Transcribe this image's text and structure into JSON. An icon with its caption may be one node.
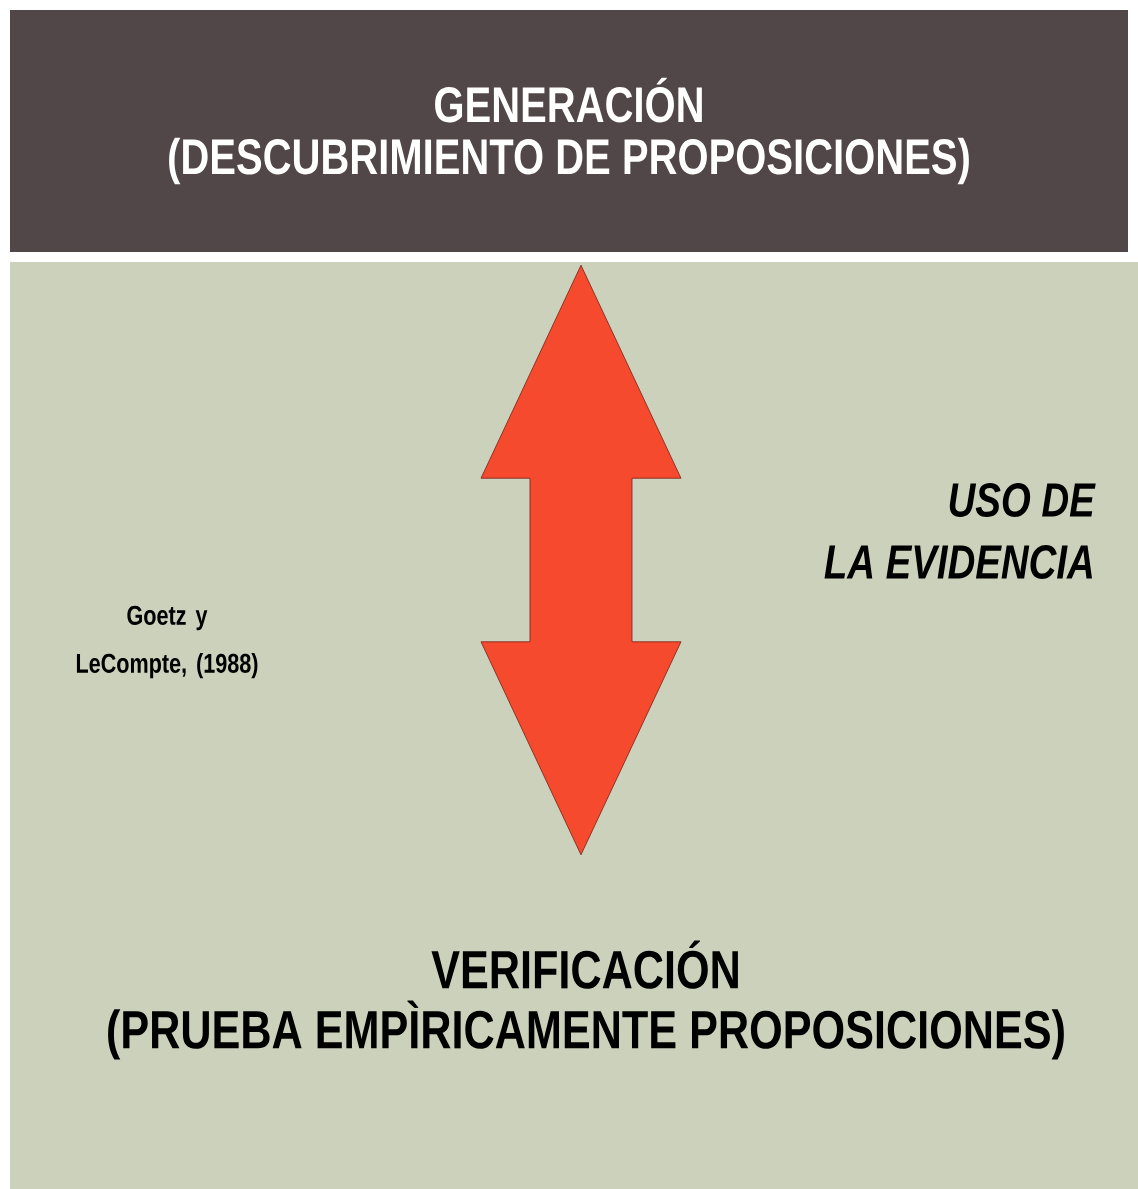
{
  "diagram": {
    "nodes": [
      {
        "text": [
          "GENERACIÓN",
          "(DESCUBRIMIENTO DE PROPOSICIONES)"
        ]
      },
      {
        "text": [
          "VERIFICACIÓN",
          "(PRUEBA EMPÌRICAMENTE PROPOSICIONES)"
        ]
      }
    ],
    "edges": [
      {
        "from": 0,
        "to": 1,
        "arrow": "both"
      }
    ],
    "labels": [
      "USO DE",
      "LA EVIDENCIA",
      "Goetz y LeCompte, (1988)"
    ]
  }
}
